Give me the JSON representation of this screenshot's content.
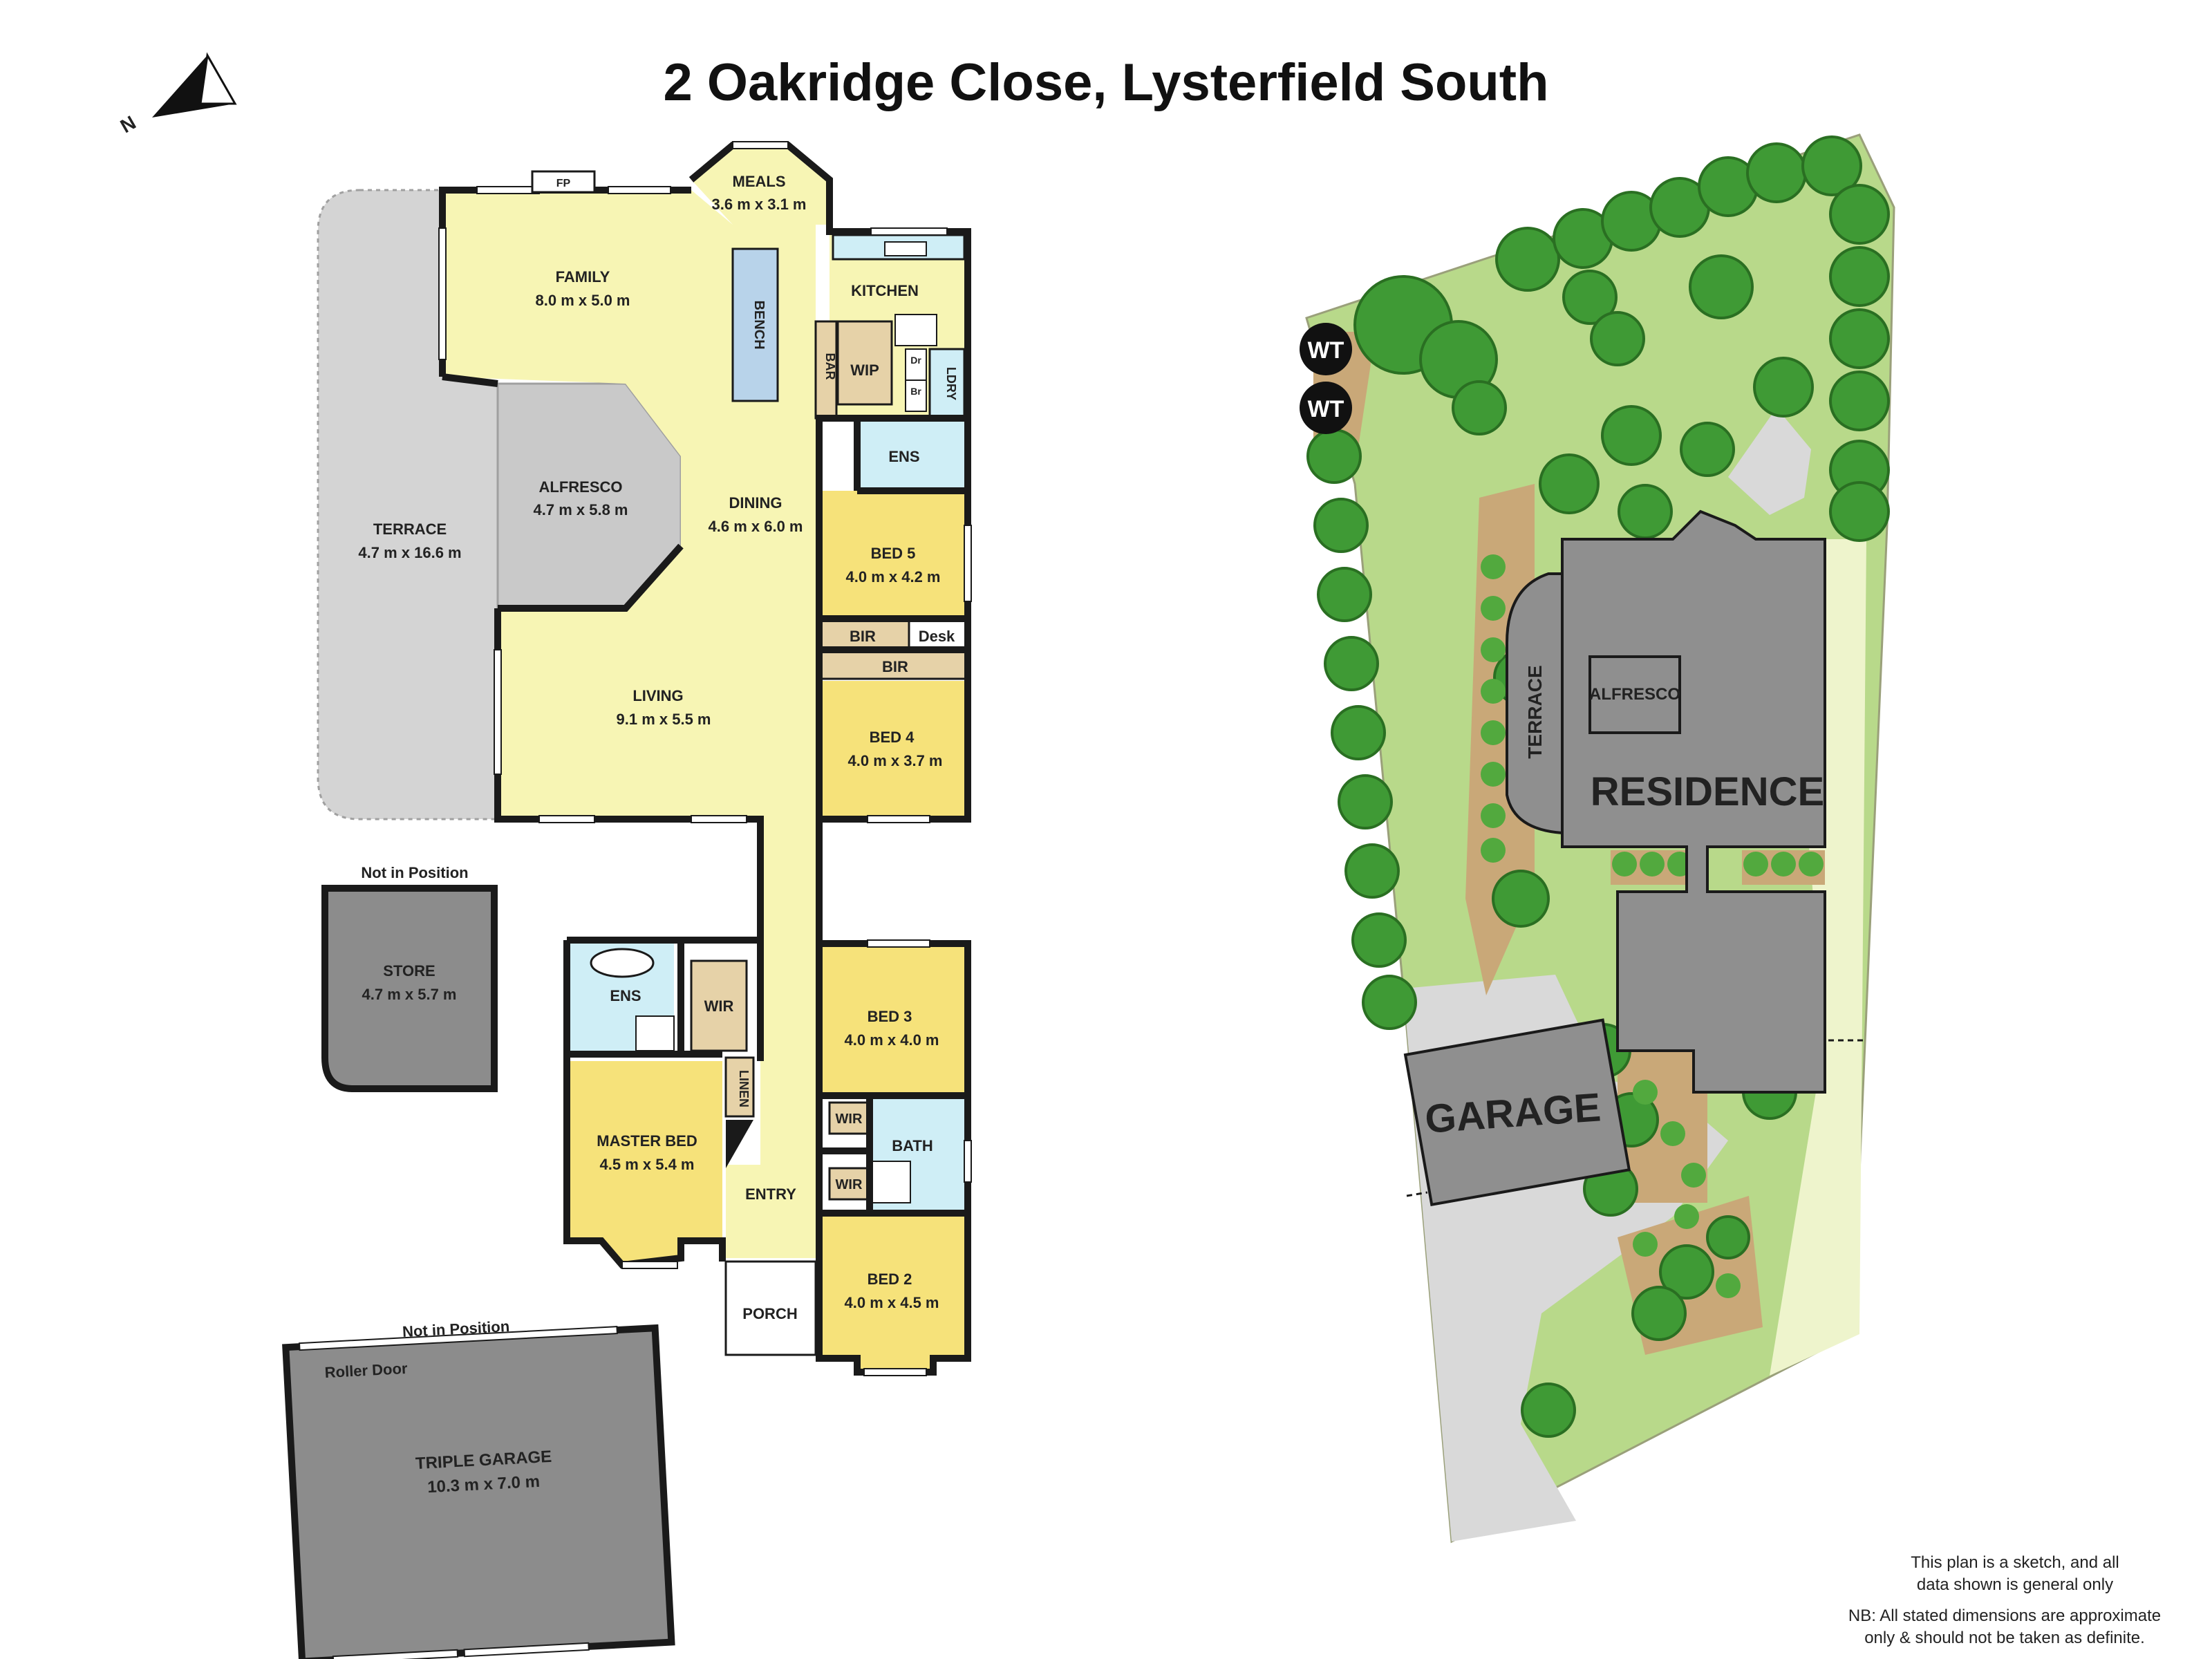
{
  "title": "2 Oakridge Close, Lysterfield South",
  "compass": {
    "letter": "N"
  },
  "colors": {
    "living": "#f7f5b4",
    "bedroom": "#f6e27a",
    "wet": "#cfeef6",
    "storage": "#e6d2a8",
    "outdoor": "#d4d4d4",
    "garage": "#8c8c8c",
    "lawn": "#b8d98a",
    "lawn_pale": "#eef4cc",
    "tree": "#3f9a35",
    "drive": "#d9d9d9",
    "building": "#8f8f8f"
  },
  "rooms": {
    "meals": {
      "name": "MEALS",
      "dim": "3.6 m x 3.1 m"
    },
    "family": {
      "name": "FAMILY",
      "dim": "8.0 m x 5.0 m"
    },
    "kitchen": {
      "name": "KITCHEN"
    },
    "bench": {
      "name": "BENCH"
    },
    "bar": {
      "name": "BAR"
    },
    "wip": {
      "name": "WIP"
    },
    "ldry": {
      "name": "LDRY"
    },
    "dr": {
      "name": "Dr"
    },
    "br": {
      "name": "Br"
    },
    "fp": {
      "name": "FP"
    },
    "ens_upper": {
      "name": "ENS"
    },
    "alfresco": {
      "name": "ALFRESCO",
      "dim": "4.7 m x 5.8 m"
    },
    "terrace": {
      "name": "TERRACE",
      "dim": "4.7 m x 16.6 m"
    },
    "dining": {
      "name": "DINING",
      "dim": "4.6 m x 6.0 m"
    },
    "bed5": {
      "name": "BED 5",
      "dim": "4.0 m x 4.2 m"
    },
    "bir5": {
      "name": "BIR"
    },
    "desk": {
      "name": "Desk"
    },
    "bir4": {
      "name": "BIR"
    },
    "bed4": {
      "name": "BED 4",
      "dim": "4.0 m x 3.7 m"
    },
    "living": {
      "name": "LIVING",
      "dim": "9.1 m x 5.5 m"
    },
    "store": {
      "name": "STORE",
      "dim": "4.7 m x 5.7 m",
      "note": "Not in Position"
    },
    "ens_master": {
      "name": "ENS"
    },
    "wir_master": {
      "name": "WIR"
    },
    "linen": {
      "name": "LINEN"
    },
    "master": {
      "name": "MASTER BED",
      "dim": "4.5 m x 5.4 m"
    },
    "entry": {
      "name": "ENTRY"
    },
    "porch": {
      "name": "PORCH"
    },
    "bed3": {
      "name": "BED 3",
      "dim": "4.0 m x 4.0 m"
    },
    "wir_a": {
      "name": "WIR"
    },
    "wir_b": {
      "name": "WIR"
    },
    "bath": {
      "name": "BATH"
    },
    "bed2": {
      "name": "BED 2",
      "dim": "4.0 m x 4.5 m"
    },
    "garage": {
      "name": "TRIPLE GARAGE",
      "dim": "10.3 m x 7.0 m",
      "note": "Not in Position",
      "door": "Roller Door"
    }
  },
  "site": {
    "wt1": "WT",
    "wt2": "WT",
    "terrace": "TERRACE",
    "alfresco": "ALFRESCO",
    "residence": "RESIDENCE",
    "garage": "GARAGE"
  },
  "disclaimer": {
    "line1": "This plan is a sketch, and all",
    "line2": "data shown is general only",
    "line3": "NB: All stated dimensions are approximate",
    "line4": "only & should not be taken as definite."
  }
}
